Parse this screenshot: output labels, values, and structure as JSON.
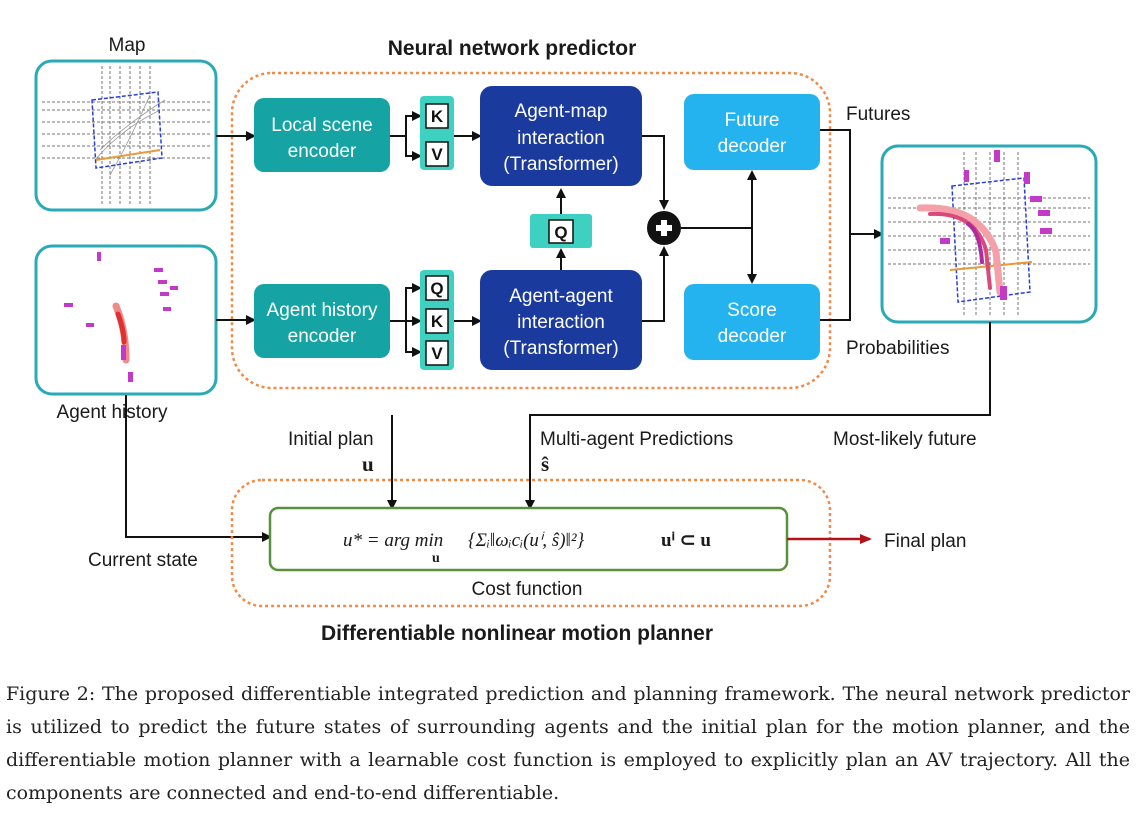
{
  "labels": {
    "map": "Map",
    "agent_history": "Agent history",
    "predictor_title": "Neural network predictor",
    "planner_title": "Differentiable nonlinear motion planner",
    "futures": "Futures",
    "probabilities": "Probabilities",
    "initial_plan": "Initial plan",
    "initial_plan_symbol": "u",
    "multi_agent_predictions": "Multi-agent Predictions",
    "predictions_symbol": "ŝ",
    "most_likely_future": "Most-likely future",
    "current_state": "Current state",
    "cost_function": "Cost function",
    "final_plan": "Final plan"
  },
  "blocks": {
    "local_scene_encoder": [
      "Local scene",
      "encoder"
    ],
    "agent_history_encoder": [
      "Agent history",
      "encoder"
    ],
    "agent_map_interaction": [
      "Agent-map",
      "interaction",
      "(Transformer)"
    ],
    "agent_agent_interaction": [
      "Agent-agent",
      "interaction",
      "(Transformer)"
    ],
    "future_decoder": [
      "Future",
      "decoder"
    ],
    "score_decoder": [
      "Score",
      "decoder"
    ]
  },
  "tokens": {
    "k": "K",
    "v": "V",
    "q": "Q"
  },
  "equation": {
    "lhs": "u* = arg min",
    "sub": "u",
    "body": "{Σᵢ‖ωᵢcᵢ(uⁱ, ŝ)‖²}",
    "constraint": "uⁱ ⊂ u"
  },
  "caption": "Figure 2: The proposed differentiable integrated prediction and planning framework. The neural network predictor is utilized to predict the future states of surrounding agents and the initial plan for the motion planner, and the differentiable motion planner with a learnable cost function is employed to explicitly plan an AV trajectory. All the components are connected and end-to-end differentiable.",
  "colors": {
    "teal": "#15a3a3",
    "dark_blue": "#1a3a9e",
    "light_blue": "#24b3ee",
    "token_teal": "#3ed0c0",
    "dashed_orange": "#ef8a4a",
    "frame_teal": "#2aa9b6",
    "cost_green": "#5a8f3c",
    "final_arrow": "#b0141a"
  }
}
